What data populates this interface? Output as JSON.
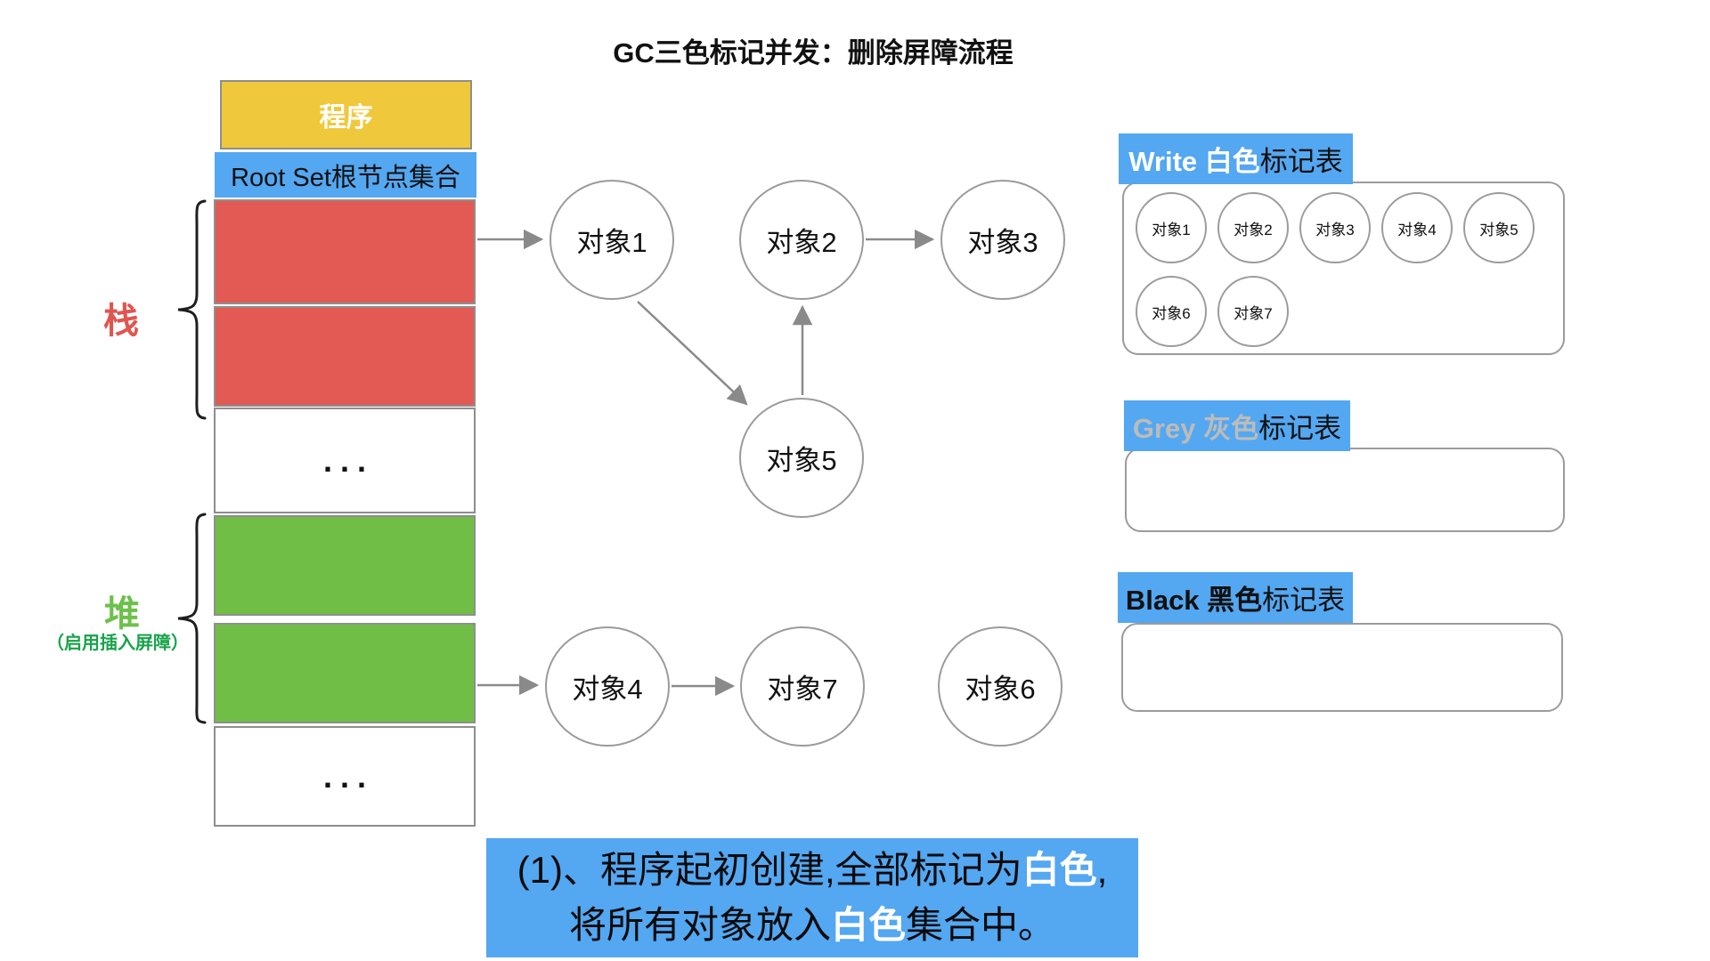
{
  "title": "GC三色标记并发：删除屏障流程",
  "memory": {
    "program_label": "程序",
    "root_set_label": "Root Set根节点集合",
    "stack_label": "栈",
    "heap_label": "堆",
    "heap_note": "（启用插入屏障）",
    "ellipsis": "..."
  },
  "graph": {
    "nodes": [
      {
        "id": "obj1",
        "label": "对象1"
      },
      {
        "id": "obj2",
        "label": "对象2"
      },
      {
        "id": "obj3",
        "label": "对象3"
      },
      {
        "id": "obj4",
        "label": "对象4"
      },
      {
        "id": "obj5",
        "label": "对象5"
      },
      {
        "id": "obj6",
        "label": "对象6"
      },
      {
        "id": "obj7",
        "label": "对象7"
      }
    ]
  },
  "tables": [
    {
      "name": "white",
      "title_strong": "Write 白色",
      "title_rest": "标记表",
      "items": [
        "对象1",
        "对象2",
        "对象3",
        "对象4",
        "对象5",
        "对象6",
        "对象7"
      ]
    },
    {
      "name": "grey",
      "title_strong": "Grey 灰色",
      "title_rest": "标记表",
      "items": []
    },
    {
      "name": "black",
      "title_strong": "Black 黑色",
      "title_rest": "标记表",
      "items": []
    }
  ],
  "caption": {
    "line1": {
      "pre": "(1)、程序起初创建,全部标记为",
      "highlight": "白色",
      "post": ","
    },
    "line2": {
      "pre": "将所有对象放入",
      "highlight": "白色",
      "post": "集合中。"
    }
  },
  "colors": {
    "accent_blue": "#54A7F1",
    "stack_red": "#E25A53",
    "heap_green": "#70BE45",
    "program_yellow": "#F0C83B",
    "grey_label_text": "#BCBCBA",
    "border_grey": "#9B9B9B",
    "arrow_grey": "#8A8A8A",
    "stack_label_red": "#E05550",
    "heap_label_green": "#6DC04B",
    "heap_note_green": "#17A34A"
  }
}
